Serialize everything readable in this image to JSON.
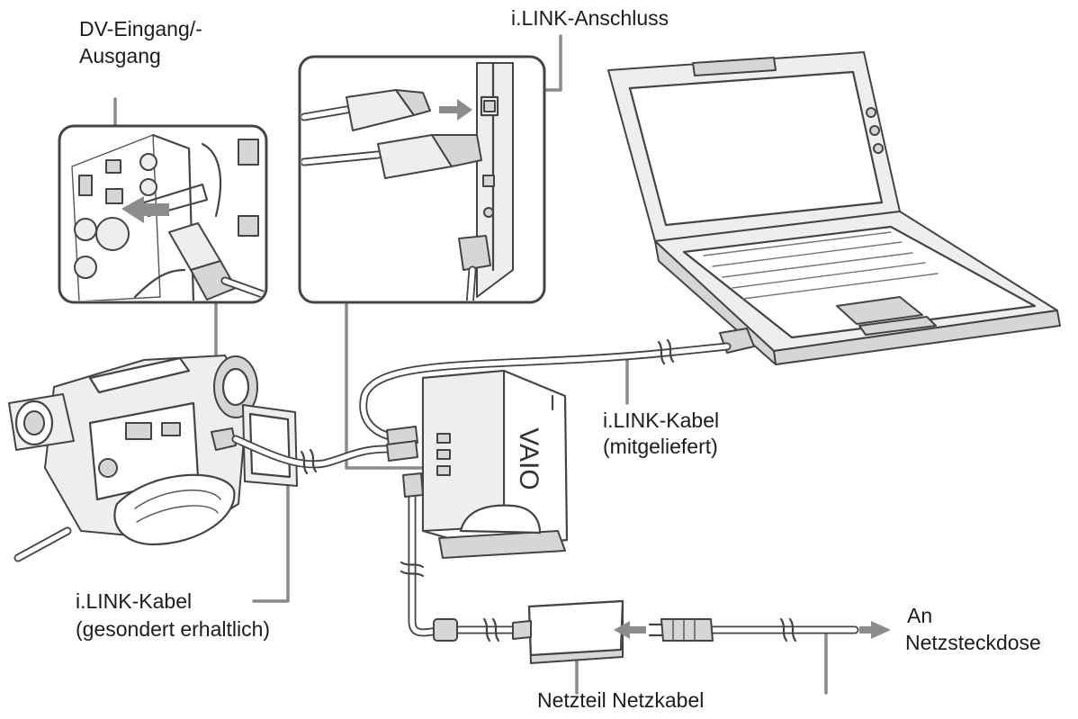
{
  "labels": {
    "dv_port_line1": "DV-Eingang/-",
    "dv_port_line2": "Ausgang",
    "ilink_port": "i.LINK-Anschluss",
    "ilink_cable_supplied_line1": "i.LINK-Kabel",
    "ilink_cable_supplied_line2": "(mitgeliefert)",
    "ilink_cable_separate_line1": "i.LINK-Kabel",
    "ilink_cable_separate_line2": "(gesondert erhaltlich)",
    "outlet_line1": "An",
    "outlet_line2": "Netzsteckdose",
    "adapter_and_cord": "Netzteil Netzkabel"
  },
  "device_branding": {
    "vaio_logo": "VAIO"
  },
  "icons": [
    "camcorder-icon",
    "laptop-icon",
    "vaio-tower-icon",
    "ac-adapter-icon",
    "power-plug-icon",
    "ilink-connector-icon",
    "arrow-right-icon",
    "arrow-left-icon"
  ],
  "colors": {
    "line": "#444444",
    "leader": "#8a8a8a",
    "text": "#1c1c1c"
  }
}
